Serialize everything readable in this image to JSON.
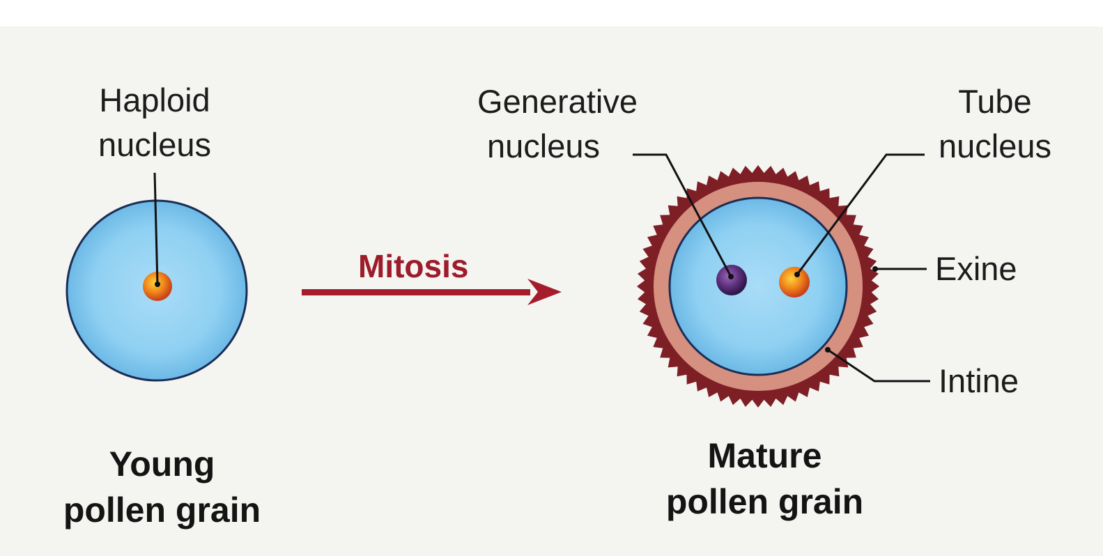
{
  "young_grain": {
    "nucleus_label_line1": "Haploid",
    "nucleus_label_line2": "nucleus",
    "caption_line1": "Young",
    "caption_line2": "pollen grain"
  },
  "process": {
    "label": "Mitosis"
  },
  "mature_grain": {
    "generative_label_line1": "Generative",
    "generative_label_line2": "nucleus",
    "tube_label_line1": "Tube",
    "tube_label_line2": "nucleus",
    "exine_label": "Exine",
    "intine_label": "Intine",
    "caption_line1": "Mature",
    "caption_line2": "pollen grain"
  },
  "colors": {
    "background": "#f4f4f1",
    "cytoplasm": "#7cc5ee",
    "cytoplasm_center": "#a9dcf7",
    "membrane": "#1a2d55",
    "haploid_nucleus": "#e07818",
    "tube_nucleus": "#f0861a",
    "generative_nucleus": "#5a2e7a",
    "exine": "#7e1f26",
    "intine": "#d59080",
    "arrow": "#a51d2d",
    "leader_line": "#111111",
    "text": "#1c1c1c"
  }
}
